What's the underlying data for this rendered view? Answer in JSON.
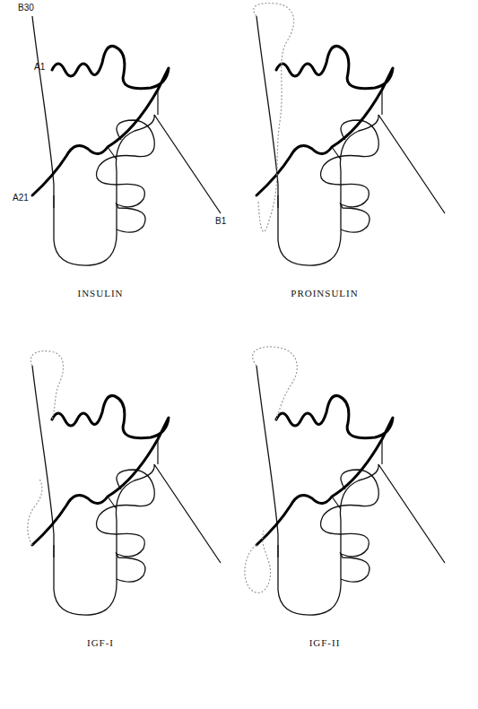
{
  "diagram": {
    "labels": [
      "B30",
      "A1",
      "B1",
      "A21",
      "INSULIN",
      "PROINSULIN",
      "IGF-I",
      "IGF-II"
    ]
  }
}
